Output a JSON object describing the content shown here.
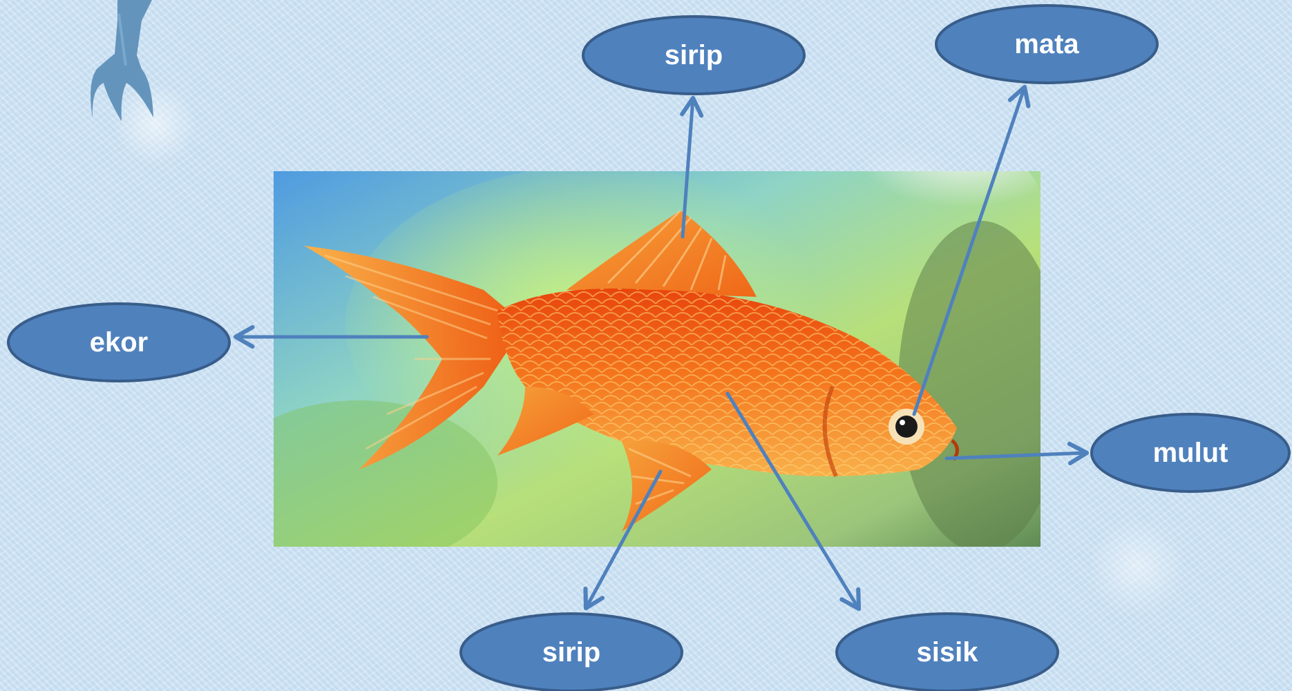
{
  "colors": {
    "label_fill": "#4f81bd",
    "label_stroke": "#385d8a",
    "arrow": "#4f81bd",
    "background": "#cfe3f3",
    "fish_body": "#f0651a"
  },
  "icons": {
    "corner_decoration": "fish-tail-icon"
  },
  "labels": {
    "dorsal_fin": "sirip",
    "eye": "mata",
    "tail": "ekor",
    "mouth": "mulut",
    "pelvic_fin": "sirip",
    "scales": "sisik"
  }
}
